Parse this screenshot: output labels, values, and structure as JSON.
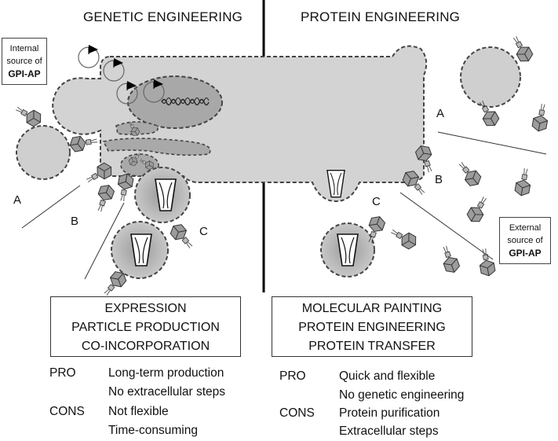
{
  "headers": {
    "left": "GENETIC ENGINEERING",
    "right": "PROTEIN ENGINEERING"
  },
  "internal_source": {
    "line1": "Internal",
    "line2": "source of",
    "line3": "GPI-AP"
  },
  "external_source": {
    "line1": "External",
    "line2": "source of",
    "line3": "GPI-AP"
  },
  "labels_left": {
    "a": "A",
    "b": "B",
    "c": "C"
  },
  "labels_right": {
    "a": "A",
    "b": "B",
    "c": "C"
  },
  "left_box": {
    "lines": [
      "EXPRESSION",
      "PARTICLE PRODUCTION",
      "CO-INCORPORATION"
    ]
  },
  "right_box": {
    "lines": [
      "MOLECULAR PAINTING",
      "PROTEIN ENGINEERING",
      "PROTEIN TRANSFER"
    ]
  },
  "left_pros_cons": {
    "pro_label": "PRO",
    "pro": [
      "Long-term production",
      "No extracellular steps"
    ],
    "cons_label": "CONS",
    "cons": [
      "Not flexible",
      "Time-consuming"
    ]
  },
  "right_pros_cons": {
    "pro_label": "PRO",
    "pro": [
      "Quick and flexible",
      "No genetic engineering"
    ],
    "cons_label": "CONS",
    "cons": [
      "Protein purification",
      "Extracellular steps"
    ]
  }
}
